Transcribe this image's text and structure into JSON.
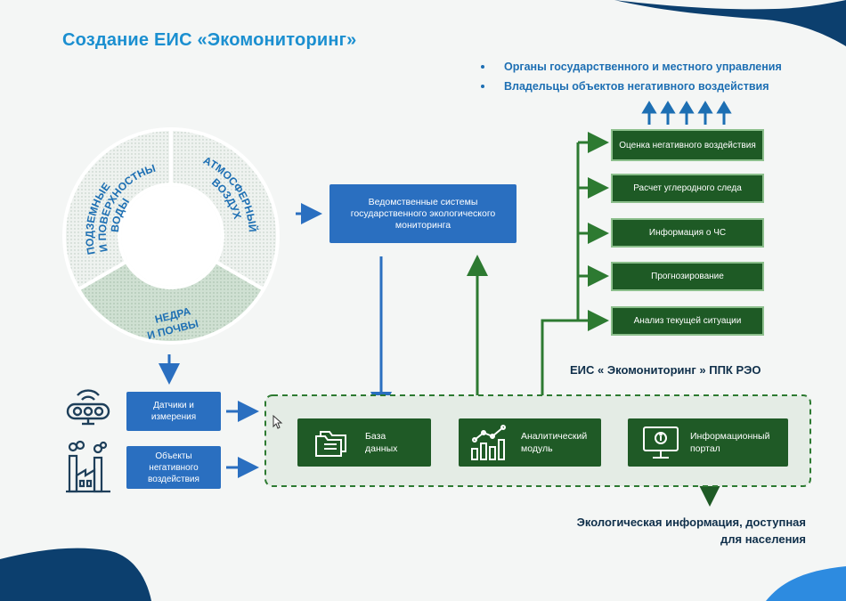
{
  "title": "Создание ЕИС «Экомониторинг»",
  "audience": [
    "Органы государственного и местного управления",
    "Владельцы объектов негативного воздействия"
  ],
  "ring": {
    "water": [
      "ПОДЗЕМНЫЕ",
      "И ПОВЕРХНОСТНЫЕ",
      "ВОДЫ"
    ],
    "air": [
      "АТМОСФЕРНЫЙ",
      "ВОЗДУХ"
    ],
    "soil": [
      "НЕДРА",
      "И ПОЧВЫ"
    ]
  },
  "agency_systems": "Ведомственные системы государственного экологического мониторинга",
  "outputs": [
    "Оценка негативного воздействия",
    "Расчет углеродного следа",
    "Информация о ЧС",
    "Прогнозирование",
    "Анализ текущей ситуации"
  ],
  "eis_label": "ЕИС « Экомониторинг » ППК РЭО",
  "sensors": "Датчики и измерения",
  "objects": "Объекты негативного воздействия",
  "modules": {
    "database": "База данных",
    "analytics": "Аналитический модуль",
    "portal": "Информационный портал"
  },
  "public_info": "Экологическая информация, доступная для населения",
  "colors": {
    "title_blue": "#1b8fd0",
    "box_blue": "#2a6fc0",
    "dark_green": "#1e5a25",
    "arrow_green": "#2d7a31"
  }
}
